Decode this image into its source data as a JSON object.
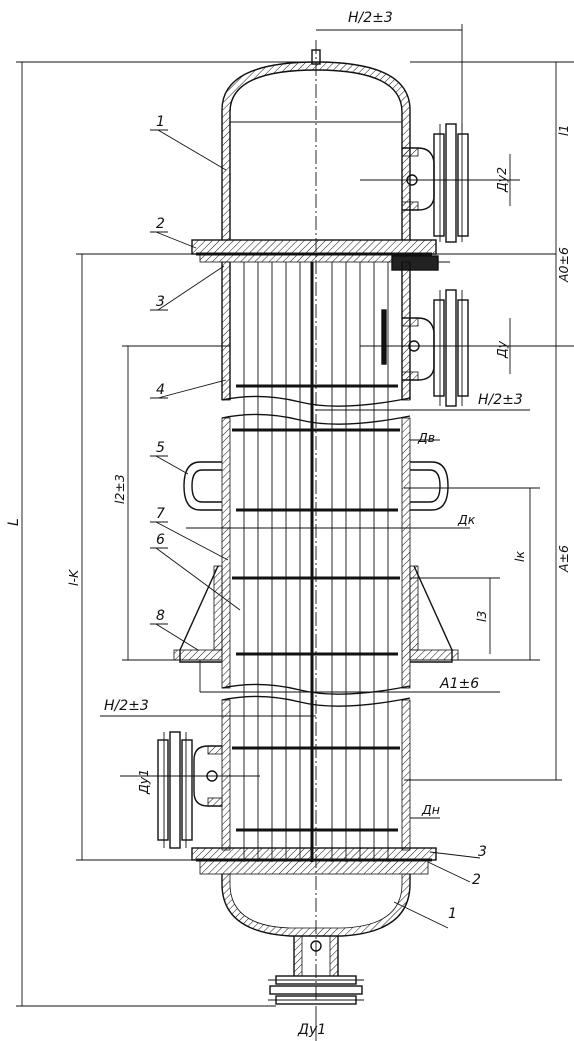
{
  "labels": {
    "top_dim": "H/2±3",
    "right_l1": "l1",
    "right_dy2": "Ду2",
    "right_a0": "А0±6",
    "right_dy": "Ду",
    "mid_dim": "H/2±3",
    "dv": "Дв",
    "dk": "Дк",
    "a_dim": "А±6",
    "lk": "lк",
    "l3": "l3",
    "a1_dim": "А1±6",
    "l2_dim": "l2±3",
    "l_minus_k": "l-K",
    "L": "L",
    "low_dim": "H/2±3",
    "dy1_left": "Ду1",
    "dn": "Дн",
    "dy1_bottom": "Ду1",
    "p1_top": "1",
    "p2_top": "2",
    "p3_top": "3",
    "p4": "4",
    "p5": "5",
    "p6": "6",
    "p7": "7",
    "p8": "8",
    "p3_bot": "3",
    "p2_bot": "2",
    "p1_bot": "1"
  }
}
